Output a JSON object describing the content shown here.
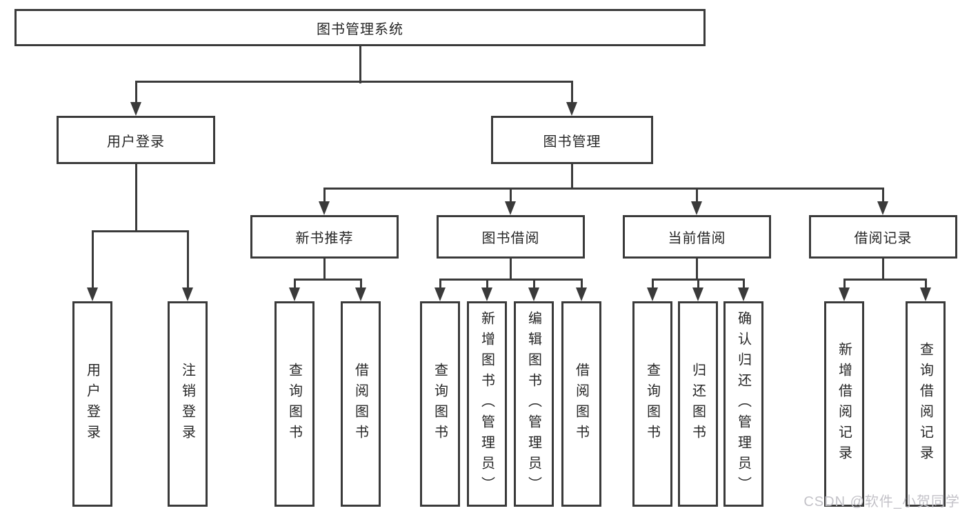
{
  "nodes": {
    "root": "图书管理系统",
    "user_login": "用户登录",
    "book_management": "图书管理",
    "new_book_recommend": "新书推荐",
    "book_borrow": "图书借阅",
    "current_borrow": "当前借阅",
    "borrow_records": "借阅记录"
  },
  "leaves": {
    "user_login": [
      "用户登录",
      "注销登录"
    ],
    "new_book_recommend": [
      "查询图书",
      "借阅图书"
    ],
    "book_borrow": [
      "查询图书",
      "新增图书（管理员）",
      "编辑图书（管理员）",
      "借阅图书"
    ],
    "current_borrow": [
      "查询图书",
      "归还图书",
      "确认归还（管理员）"
    ],
    "borrow_records": [
      "新增借阅记录",
      "查询借阅记录"
    ]
  },
  "watermark": "CSDN @软件_小贺同学",
  "colors": {
    "line": "#3a3a3a",
    "text": "#262626",
    "watermark": "#c3c2c8",
    "background": "#ffffff"
  }
}
